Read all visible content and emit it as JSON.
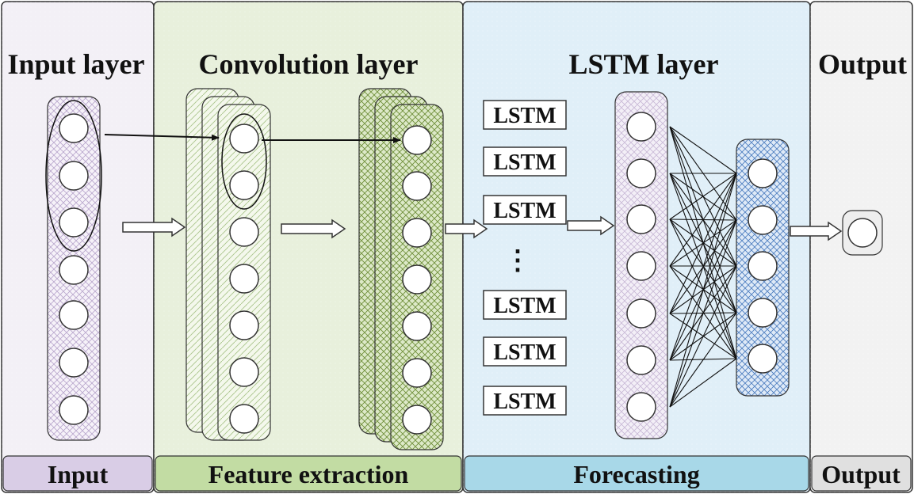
{
  "panels": [
    {
      "title": "Input layer",
      "footer": "Input",
      "bg": "#f3f0f6",
      "footer_bg": "#d9cde6"
    },
    {
      "title": "Convolution layer",
      "footer": "Feature extraction",
      "bg": "#e8f0dc",
      "footer_bg": "#c2dca3"
    },
    {
      "title": "LSTM layer",
      "footer": "Forecasting",
      "bg": "#e0eff8",
      "footer_bg": "#a8d8e8"
    },
    {
      "title": "Output",
      "footer": "Output",
      "bg": "#f2f2f2",
      "footer_bg": "#e0e0e0"
    }
  ],
  "lstm_cells": {
    "label": "LSTM",
    "top": [
      "LSTM",
      "LSTM",
      "LSTM"
    ],
    "bottom": [
      "LSTM",
      "LSTM",
      "LSTM"
    ],
    "ellipsis": "⋮"
  },
  "colors": {
    "border": "#333333",
    "input_hatch": "#b8a6cc",
    "conv_hatch": "#a9c48a",
    "conv_dark_hatch": "#6f8f3a",
    "lstm_hatch": "#c8b8d6",
    "dense_hatch": "#4f7fc0"
  }
}
